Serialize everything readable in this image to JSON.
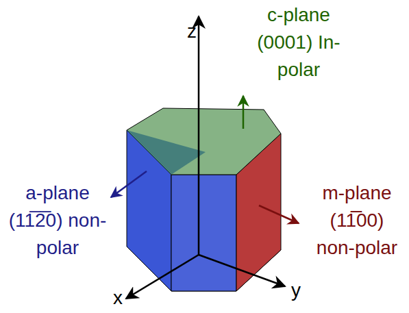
{
  "diagram": {
    "labels": [
      "z",
      "x",
      "y",
      "c-plane (0001) In-polar",
      "a-plane (11̅2̅0) non-polar",
      "m-plane (11̅̅00) non-polar"
    ]
  }
}
